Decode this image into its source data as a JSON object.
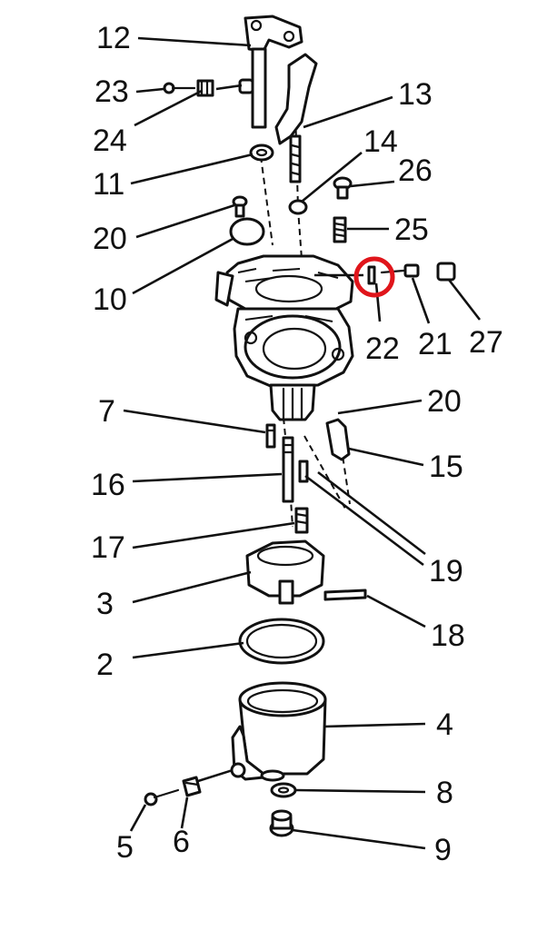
{
  "callouts": [
    {
      "id": "12",
      "label": "12"
    },
    {
      "id": "23",
      "label": "23"
    },
    {
      "id": "24",
      "label": "24"
    },
    {
      "id": "13",
      "label": "13"
    },
    {
      "id": "14",
      "label": "14"
    },
    {
      "id": "26",
      "label": "26"
    },
    {
      "id": "11",
      "label": "11"
    },
    {
      "id": "20a",
      "label": "20"
    },
    {
      "id": "25",
      "label": "25"
    },
    {
      "id": "10",
      "label": "10"
    },
    {
      "id": "22",
      "label": "22"
    },
    {
      "id": "21",
      "label": "21"
    },
    {
      "id": "27",
      "label": "27"
    },
    {
      "id": "7",
      "label": "7"
    },
    {
      "id": "20b",
      "label": "20"
    },
    {
      "id": "15",
      "label": "15"
    },
    {
      "id": "16",
      "label": "16"
    },
    {
      "id": "17",
      "label": "17"
    },
    {
      "id": "19",
      "label": "19"
    },
    {
      "id": "3",
      "label": "3"
    },
    {
      "id": "18",
      "label": "18"
    },
    {
      "id": "2",
      "label": "2"
    },
    {
      "id": "4",
      "label": "4"
    },
    {
      "id": "8",
      "label": "8"
    },
    {
      "id": "5",
      "label": "5"
    },
    {
      "id": "6",
      "label": "6"
    },
    {
      "id": "9",
      "label": "9"
    }
  ],
  "highlight": {
    "part": "22",
    "color": "#e0151b"
  }
}
